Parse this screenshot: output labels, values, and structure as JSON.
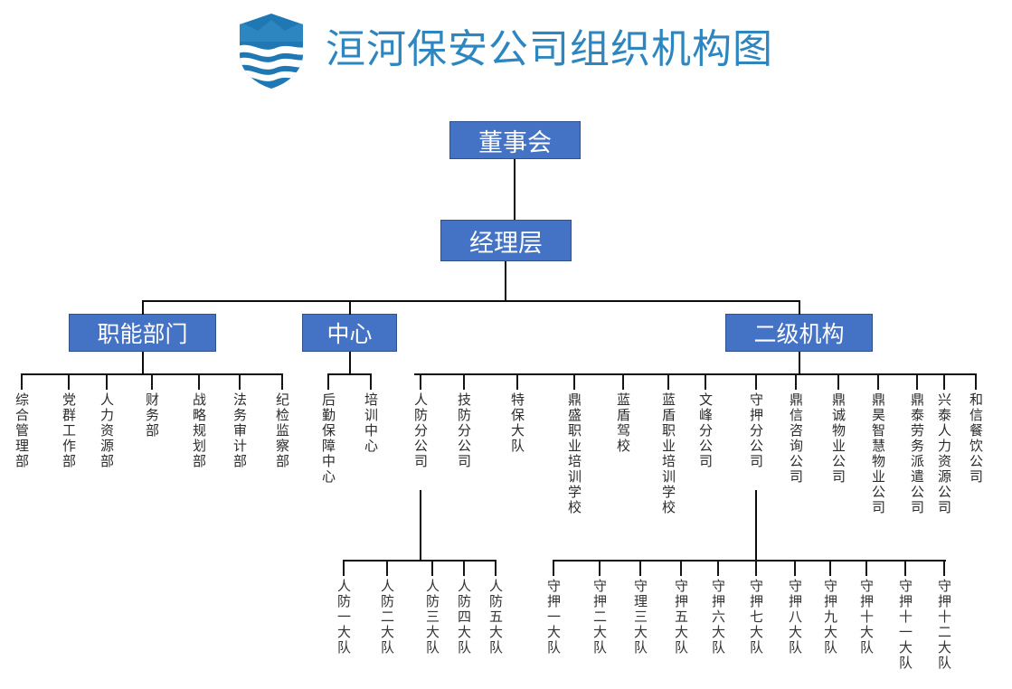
{
  "header": {
    "title": "洹河保安公司组织机构图",
    "logo_name": "shield-wave-logo",
    "title_color": "#2E86C1",
    "logo_color": "#1F78B4"
  },
  "theme": {
    "box_fill": "#4472C4",
    "box_border": "#2F528F",
    "box_text": "#FFFFFF",
    "line_color": "#0C0C0C",
    "leaf_text": "#2B2B2B"
  },
  "chart_data": {
    "type": "diagram",
    "title": "洹河保安公司组织机构图",
    "orientation": "top-down-orgchart"
  },
  "nodes": {
    "board": "董事会",
    "manager": "经理层",
    "functional": "职能部门",
    "center": "中心",
    "second_level": "二级机构"
  },
  "functional_children": [
    {
      "label": "综合管理部"
    },
    {
      "label": "党群工作部"
    },
    {
      "label": "人力资源部"
    },
    {
      "label": "财务部"
    },
    {
      "label": "战略规划部"
    },
    {
      "label": "法务审计部"
    },
    {
      "label": "纪检监察部"
    }
  ],
  "center_children": [
    {
      "label": "后勤保障中心"
    },
    {
      "label": "培训中心"
    }
  ],
  "second_level_children": [
    {
      "label": "人防分公司"
    },
    {
      "label": "技防分公司"
    },
    {
      "label": "特保大队"
    },
    {
      "label": "鼎盛职业培训学校"
    },
    {
      "label": "蓝盾驾校"
    },
    {
      "label": "蓝盾职业培训学校"
    },
    {
      "label": "文峰分公司"
    },
    {
      "label": "守押分公司"
    },
    {
      "label": "鼎信咨询公司"
    },
    {
      "label": "鼎诚物业公司"
    },
    {
      "label": "鼎昊智慧物业公司"
    },
    {
      "label": "鼎泰劳务派遣公司"
    },
    {
      "label": "兴泰人力资源公司"
    },
    {
      "label": "和信餐饮公司"
    }
  ],
  "renfang_children": [
    {
      "label": "人防一大队"
    },
    {
      "label": "人防二大队"
    },
    {
      "label": "人防三大队"
    },
    {
      "label": "人防四大队"
    },
    {
      "label": "人防五大队"
    }
  ],
  "shouya_children": [
    {
      "label": "守押一大队"
    },
    {
      "label": "守押二大队"
    },
    {
      "label": "守理三大队"
    },
    {
      "label": "守押五大队"
    },
    {
      "label": "守押六大队"
    },
    {
      "label": "守押七大队"
    },
    {
      "label": "守押八大队"
    },
    {
      "label": "守押九大队"
    },
    {
      "label": "守押十大队"
    },
    {
      "label": "守押十一大队"
    },
    {
      "label": "守押十二大队"
    }
  ]
}
